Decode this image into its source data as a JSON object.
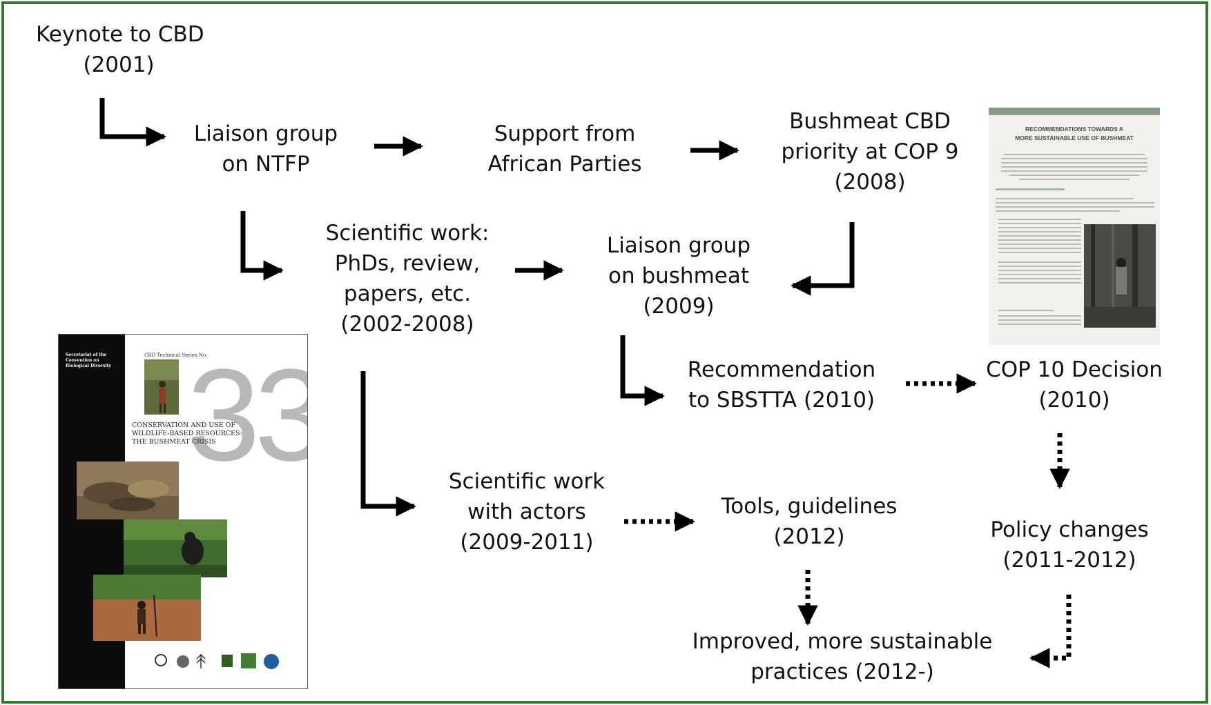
{
  "frame_color": "#2d7d2d",
  "nodes": {
    "keynote": {
      "line1": "Keynote to CBD",
      "line2": "(2001)"
    },
    "liaison_ntfp": {
      "line1": "Liaison group",
      "line2": "on NTFP"
    },
    "african_support": {
      "line1": "Support from",
      "line2": "African Parties"
    },
    "bushmeat_priority": {
      "line1": "Bushmeat CBD",
      "line2": "priority at COP 9",
      "line3": "(2008)"
    },
    "scientific_work": {
      "line1": "Scientific work:",
      "line2": "PhDs, review,",
      "line3": "papers, etc.",
      "line4": "(2002-2008)"
    },
    "liaison_bushmeat": {
      "line1": "Liaison group",
      "line2": "on bushmeat",
      "line3": "(2009)"
    },
    "recommendation": {
      "line1": "Recommendation",
      "line2": "to SBSTTA (2010)"
    },
    "cop10": {
      "line1": "COP 10 Decision",
      "line2": "(2010)"
    },
    "scientific_actors": {
      "line1": "Scientific work",
      "line2": "with actors",
      "line3": "(2009-2011)"
    },
    "tools": {
      "line1": "Tools, guidelines",
      "line2": "(2012)"
    },
    "policy": {
      "line1": "Policy changes",
      "line2": "(2011-2012)"
    },
    "improved": {
      "line1": "Improved, more sustainable",
      "line2": "practices (2012-)"
    }
  },
  "book_cover": {
    "publisher": "Secretariat of the Convention on Biological Diversity",
    "series": "CBD Technical Series No.",
    "number": "33",
    "title_line1": "CONSERVATION AND USE OF",
    "title_line2": "WILDLIFE-BASED RESOURCES:",
    "title_line3": "THE BUSHMEAT CRISIS"
  },
  "poster": {
    "title_line1": "RECOMMENDATIONS TOWARDS A",
    "title_line2": "MORE SUSTAINABLE USE OF BUSHMEAT"
  }
}
